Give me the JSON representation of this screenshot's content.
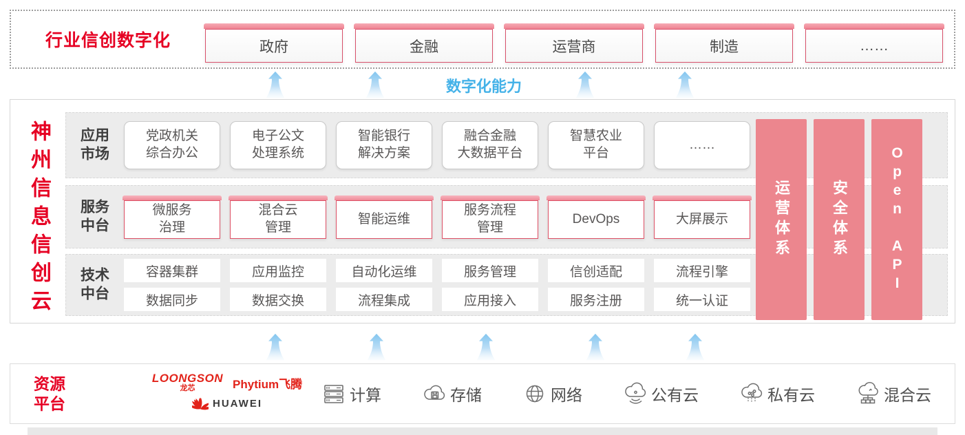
{
  "top_zone": {
    "title": "行业信创数字化",
    "industries": [
      "政府",
      "金融",
      "运营商",
      "制造",
      "……"
    ]
  },
  "capability_label": "数字化能力",
  "platform": {
    "title": "神州信息信创云",
    "rows": [
      {
        "label": "应用\n市场",
        "items": [
          "党政机关\n综合办公",
          "电子公文\n处理系统",
          "智能银行\n解决方案",
          "融合金融\n大数据平台",
          "智慧农业\n平台",
          "……"
        ]
      },
      {
        "label": "服务\n中台",
        "items": [
          "微服务\n治理",
          "混合云\n管理",
          "智能运维",
          "服务流程\n管理",
          "DevOps",
          "大屏展示"
        ]
      },
      {
        "label": "技术\n中台",
        "items_top": [
          "容器集群",
          "应用监控",
          "自动化运维",
          "服务管理",
          "信创适配",
          "流程引擎"
        ],
        "items_bottom": [
          "数据同步",
          "数据交换",
          "流程集成",
          "应用接入",
          "服务注册",
          "统一认证"
        ]
      }
    ],
    "pillars": [
      "运营体系",
      "安全体系",
      "Open API"
    ]
  },
  "resources": {
    "label": "资源\n平台",
    "vendors": {
      "loongson": "LOONGSON",
      "loongson_cn": "龙芯",
      "phytium": "Phytium飞腾",
      "huawei": "HUAWEI"
    },
    "items": [
      {
        "icon": "compute-icon",
        "label": "计算"
      },
      {
        "icon": "storage-icon",
        "label": "存储"
      },
      {
        "icon": "network-icon",
        "label": "网络"
      },
      {
        "icon": "public-cloud-icon",
        "label": "公有云"
      },
      {
        "icon": "private-cloud-icon",
        "label": "私有云"
      },
      {
        "icon": "hybrid-cloud-icon",
        "label": "混合云"
      }
    ]
  },
  "colors": {
    "brand_red": "#e60023",
    "pillar_pink": "#ec868e",
    "accent_blue": "#45b2e8",
    "box_border_red": "#dd4f64",
    "vendor_red": "#e2231a"
  }
}
